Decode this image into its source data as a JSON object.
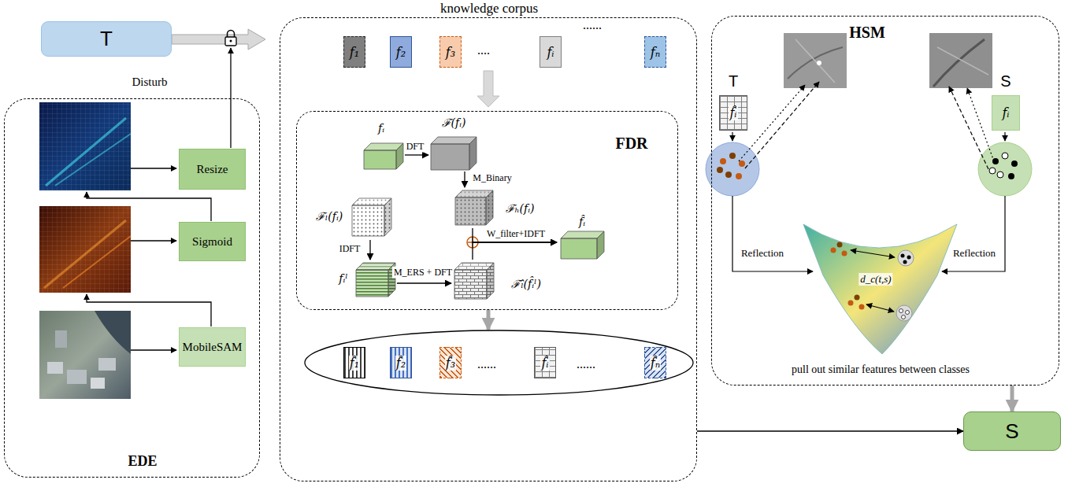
{
  "diagram": {
    "nodes": [
      {
        "text": [
          "T"
        ]
      },
      {
        "text": [
          "EDE"
        ]
      },
      {
        "text": [
          "Resize"
        ],
        "in": 1
      },
      {
        "text": [
          "Sigmoid"
        ],
        "in": 1
      },
      {
        "text": [
          "MobileSAM"
        ],
        "in": 1
      },
      {
        "text": [
          "knowledge corpus"
        ]
      },
      {
        "text": [
          "f₁"
        ],
        "in": 5
      },
      {
        "text": [
          "f₂"
        ],
        "in": 5
      },
      {
        "text": [
          "f₃"
        ],
        "in": 5
      },
      {
        "text": [
          "fᵢ"
        ],
        "in": 5
      },
      {
        "text": [
          "fₙ"
        ],
        "in": 5
      },
      {
        "text": [
          "FDR"
        ],
        "in": 5
      },
      {
        "text": [
          "fᵢ"
        ],
        "in": 11
      },
      {
        "text": [
          "ℱ(fᵢ)"
        ],
        "in": 11
      },
      {
        "text": [
          "ℱₗ(fᵢ)"
        ],
        "in": 11
      },
      {
        "text": [
          "ℱₕ(fᵢ)"
        ],
        "in": 11
      },
      {
        "text": [
          "fᵢˡ"
        ],
        "in": 11
      },
      {
        "text": [
          "ℱ̂ₗ(f̂ᵢˡ)"
        ],
        "in": 11
      },
      {
        "text": [
          "f̂ᵢ"
        ],
        "in": 11
      },
      {
        "text": [
          "......",
          "......"
        ],
        "in": 5
      },
      {
        "text": [
          "f̂₁"
        ],
        "in": 19
      },
      {
        "text": [
          "f̂₂"
        ],
        "in": 19
      },
      {
        "text": [
          "f̂₃"
        ],
        "in": 19
      },
      {
        "text": [
          "f̂ᵢ"
        ],
        "in": 19
      },
      {
        "text": [
          "f̂ₙ"
        ],
        "in": 19
      },
      {
        "text": [
          "HSM"
        ]
      },
      {
        "text": [
          "T",
          "f̂ᵢ"
        ],
        "in": 25
      },
      {
        "text": [
          "S",
          "fᵢ"
        ],
        "in": 25
      },
      {
        "text": [
          "S"
        ]
      }
    ],
    "edges": [
      {
        "from": 11,
        "to": 19,
        "arrow": "to"
      },
      {
        "from": 5,
        "to": 28,
        "arrow": "to"
      },
      {
        "from": 25,
        "to": 28,
        "arrow": "to"
      },
      {
        "from": 12,
        "to": 13,
        "label": "DFT",
        "arrow": "to"
      },
      {
        "from": 13,
        "to": 15,
        "label": "M_Binary",
        "arrow": "to"
      },
      {
        "from": 14,
        "to": 16,
        "label": "IDFT",
        "arrow": "to"
      },
      {
        "from": 16,
        "to": 17,
        "label": "M_ERS + DFT",
        "arrow": "to"
      },
      {
        "from": 15,
        "to": 18,
        "label": "W_filter+IDFT",
        "arrow": "to"
      },
      {
        "from": 17,
        "to": 18,
        "arrow": "to"
      }
    ],
    "labels": [
      "Disturb",
      "....",
      "......",
      "Reflection",
      "Reflection",
      "d_c(t,s)",
      "pull out similar features between classes"
    ]
  }
}
